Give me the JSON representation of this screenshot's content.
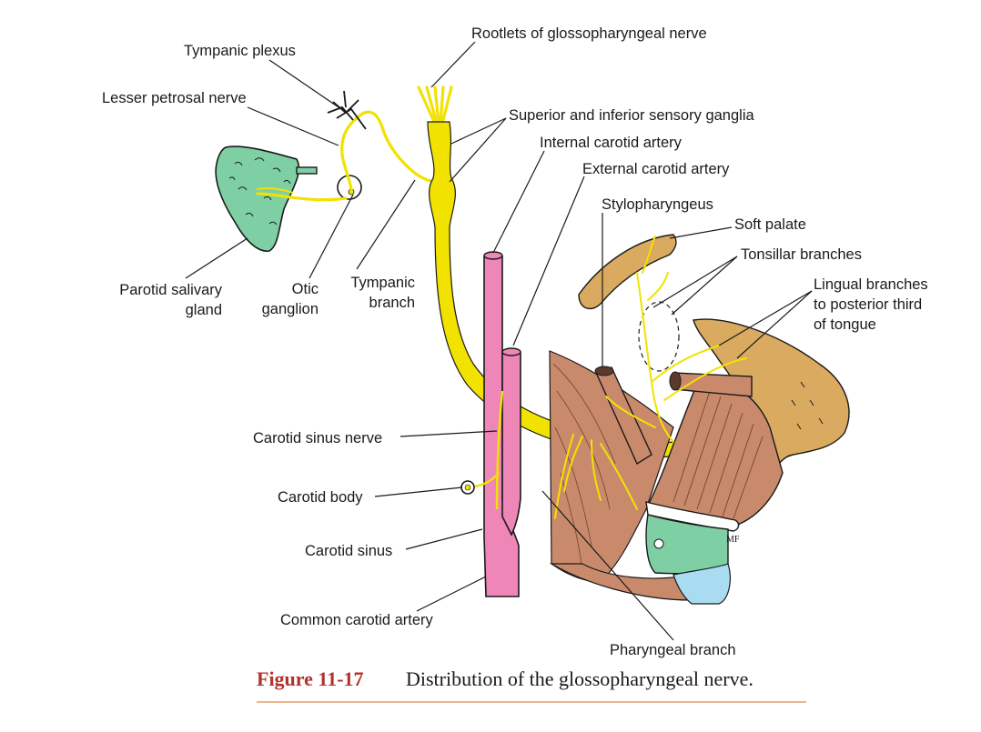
{
  "figure": {
    "number": "Figure 11-17",
    "caption": "Distribution of the glossopharyngeal nerve."
  },
  "labels": {
    "tympanic_plexus": "Tympanic plexus",
    "lesser_petrosal_nerve": "Lesser petrosal nerve",
    "rootlets": "Rootlets of glossopharyngeal nerve",
    "ganglia": "Superior and inferior sensory ganglia",
    "internal_carotid": "Internal carotid artery",
    "external_carotid": "External carotid artery",
    "stylopharyngeus": "Stylopharyngeus",
    "soft_palate": "Soft palate",
    "tonsillar_branches": "Tonsillar branches",
    "lingual_branches_1": "Lingual branches",
    "lingual_branches_2": "to posterior third",
    "lingual_branches_3": "of tongue",
    "parotid_1": "Parotid salivary",
    "parotid_2": "gland",
    "otic_1": "Otic",
    "otic_2": "ganglion",
    "tympanic_branch_1": "Tympanic",
    "tympanic_branch_2": "branch",
    "carotid_sinus_nerve": "Carotid sinus nerve",
    "carotid_body": "Carotid body",
    "carotid_sinus": "Carotid sinus",
    "common_carotid": "Common carotid artery",
    "pharyngeal_branch": "Pharyngeal branch",
    "artist_mark": "MF"
  },
  "colors": {
    "nerve": "#f2e200",
    "artery": "#ef86b8",
    "gland": "#7fcfa5",
    "muscle": "#c98a6c",
    "palate": "#d9aa5f",
    "cartilage_blue": "#a9dcf0",
    "caption_red": "#b2312c",
    "caption_rule": "#f0b48e"
  }
}
